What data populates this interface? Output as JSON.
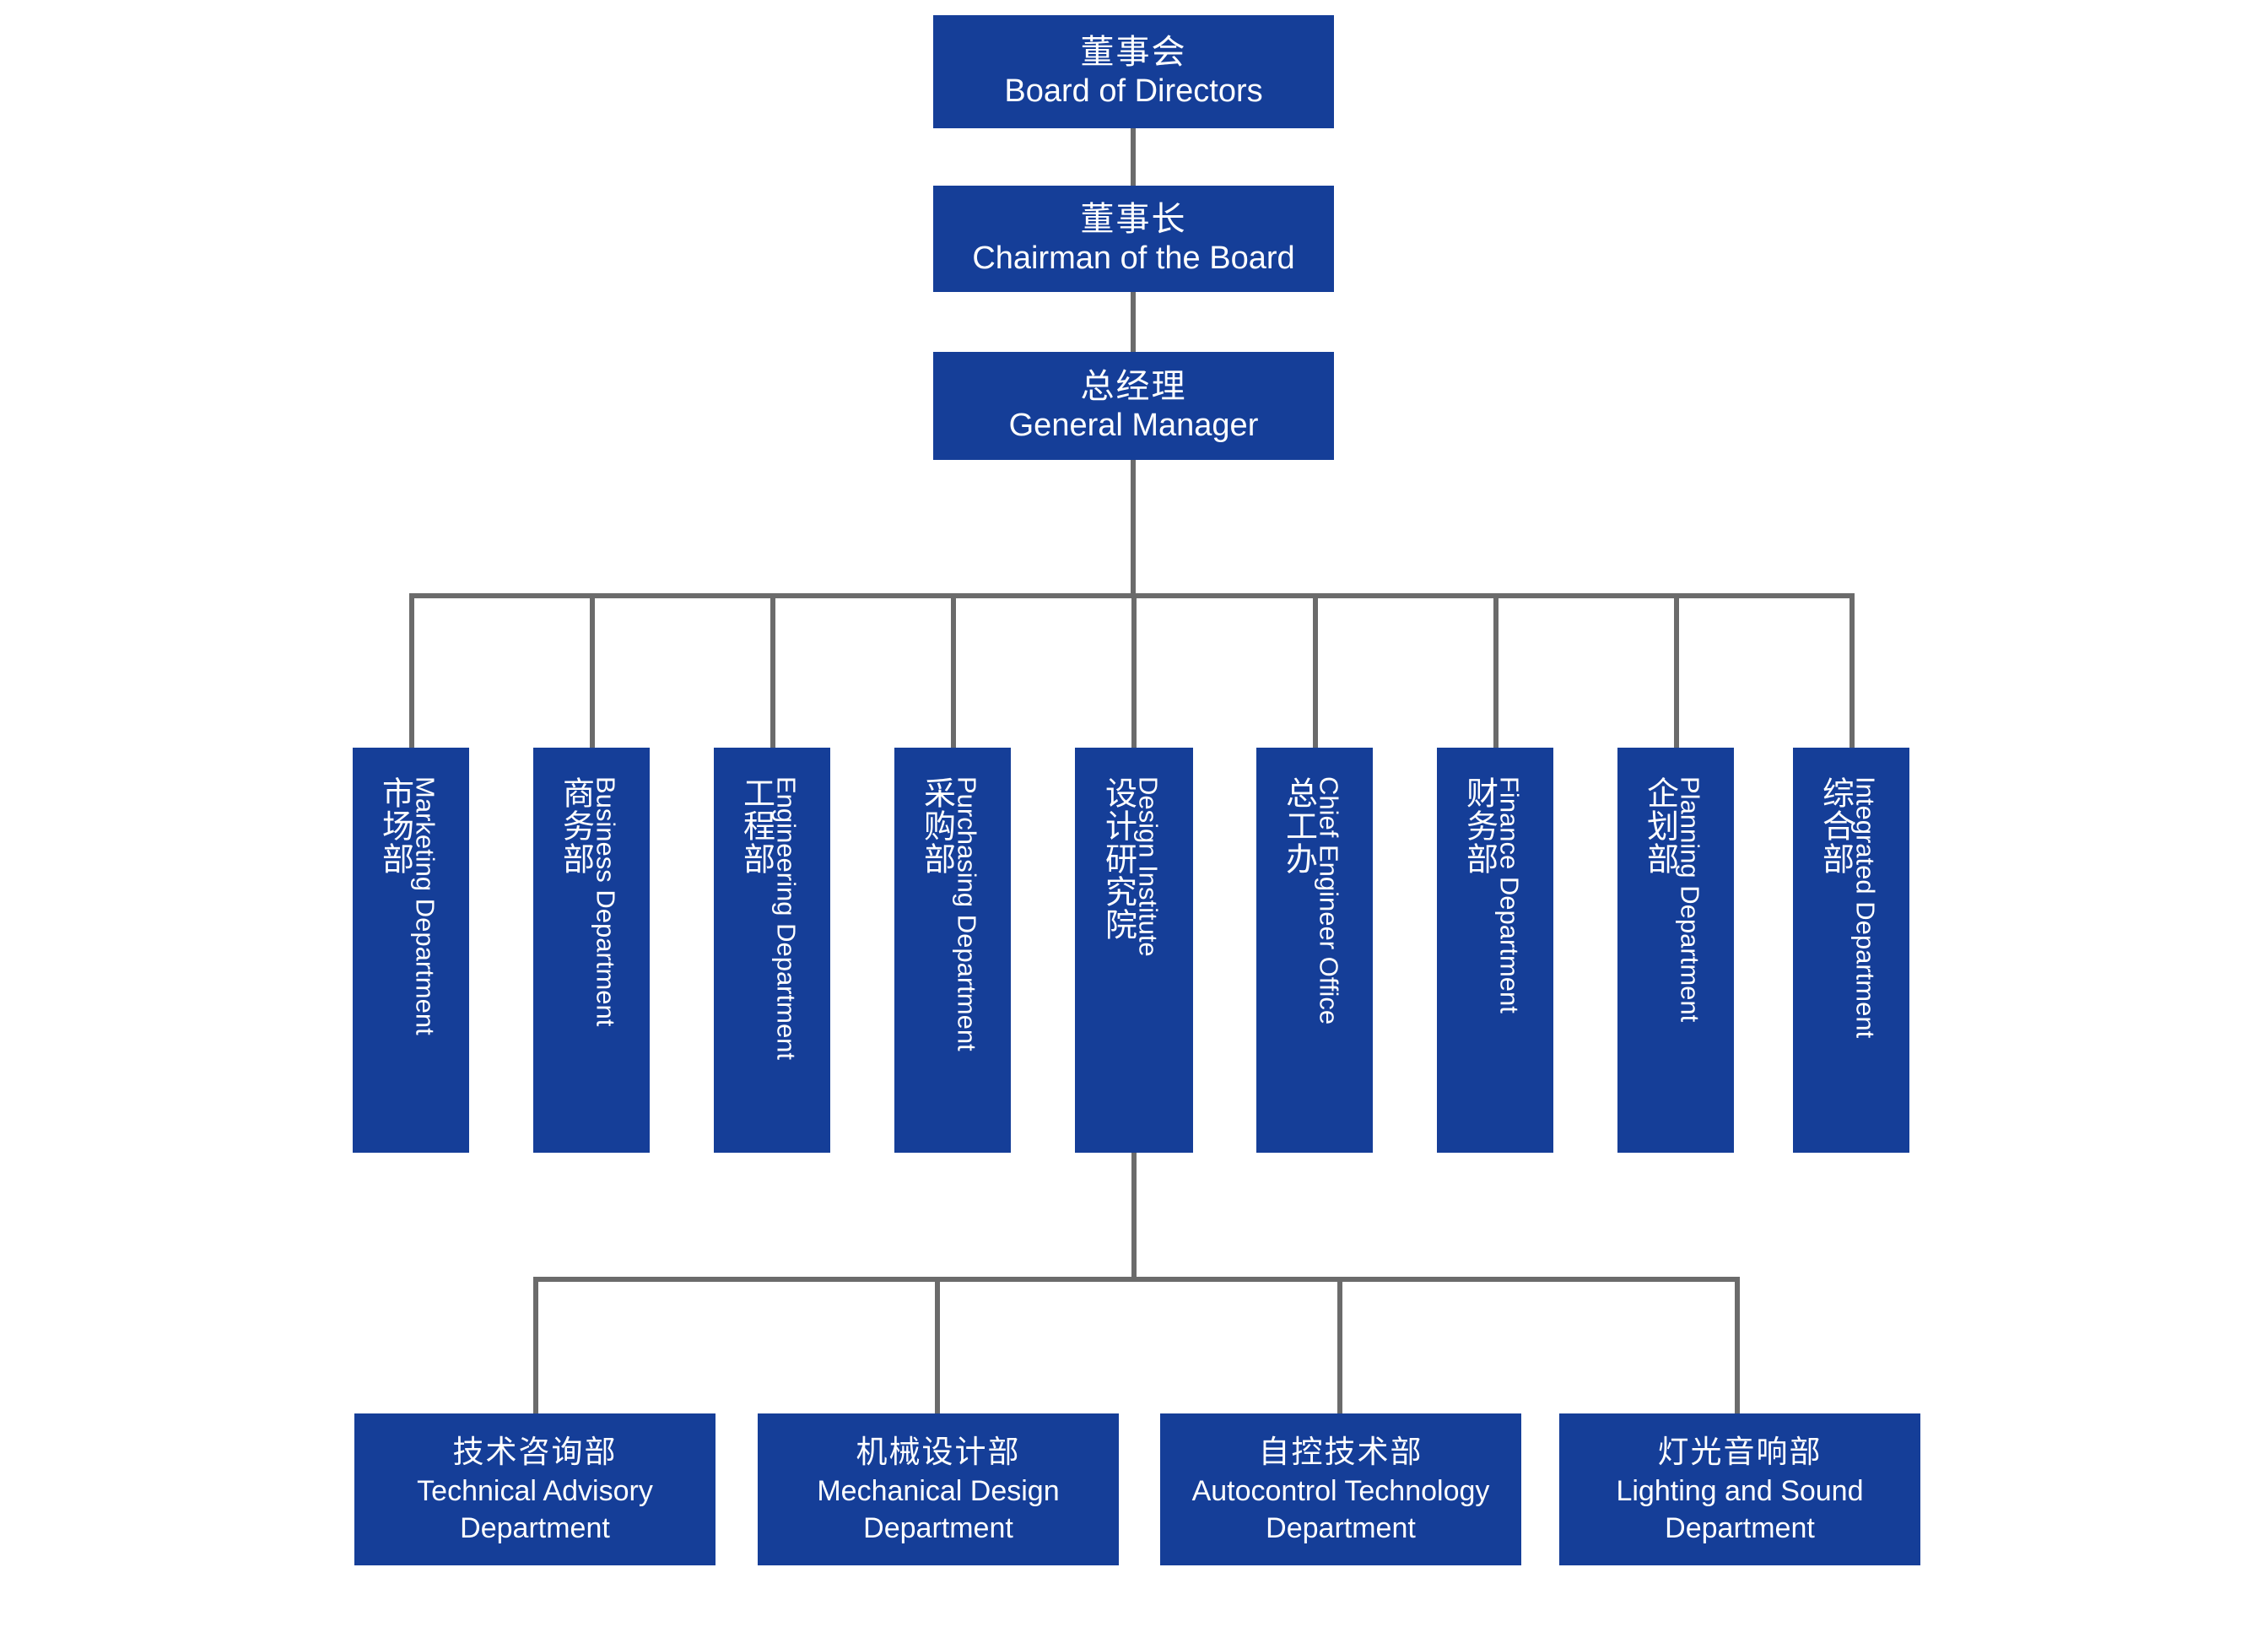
{
  "theme": {
    "box_fill": "#153e98",
    "box_text": "#ffffff",
    "connector": "#6b6b6b",
    "background": "#ffffff"
  },
  "chart_title": "",
  "executive": [
    {
      "zh": "董事会",
      "en": "Board of Directors"
    },
    {
      "zh": "董事长",
      "en": "Chairman of the Board"
    },
    {
      "zh": "总经理",
      "en": "General Manager"
    }
  ],
  "departments": [
    {
      "zh": "市场部",
      "en": "Marketing Department"
    },
    {
      "zh": "商务部",
      "en": "Business Department"
    },
    {
      "zh": "工程部",
      "en": "Engineering Department"
    },
    {
      "zh": "采购部",
      "en": "Purchasing Department"
    },
    {
      "zh": "设计研究院",
      "en": "Design Institute"
    },
    {
      "zh": "总工办",
      "en": "Chief Engineer Office"
    },
    {
      "zh": "财务部",
      "en": "Finance Department"
    },
    {
      "zh": "企划部",
      "en": "Planning Department"
    },
    {
      "zh": "综合部",
      "en": "Integrated Department"
    }
  ],
  "sub_departments": [
    {
      "zh": "技术咨询部",
      "en": "Technical Advisory Department"
    },
    {
      "zh": "机械设计部",
      "en": "Mechanical Design Department"
    },
    {
      "zh": "自控技术部",
      "en": "Autocontrol Technology Department"
    },
    {
      "zh": "灯光音响部",
      "en": "Lighting and Sound Department"
    }
  ]
}
